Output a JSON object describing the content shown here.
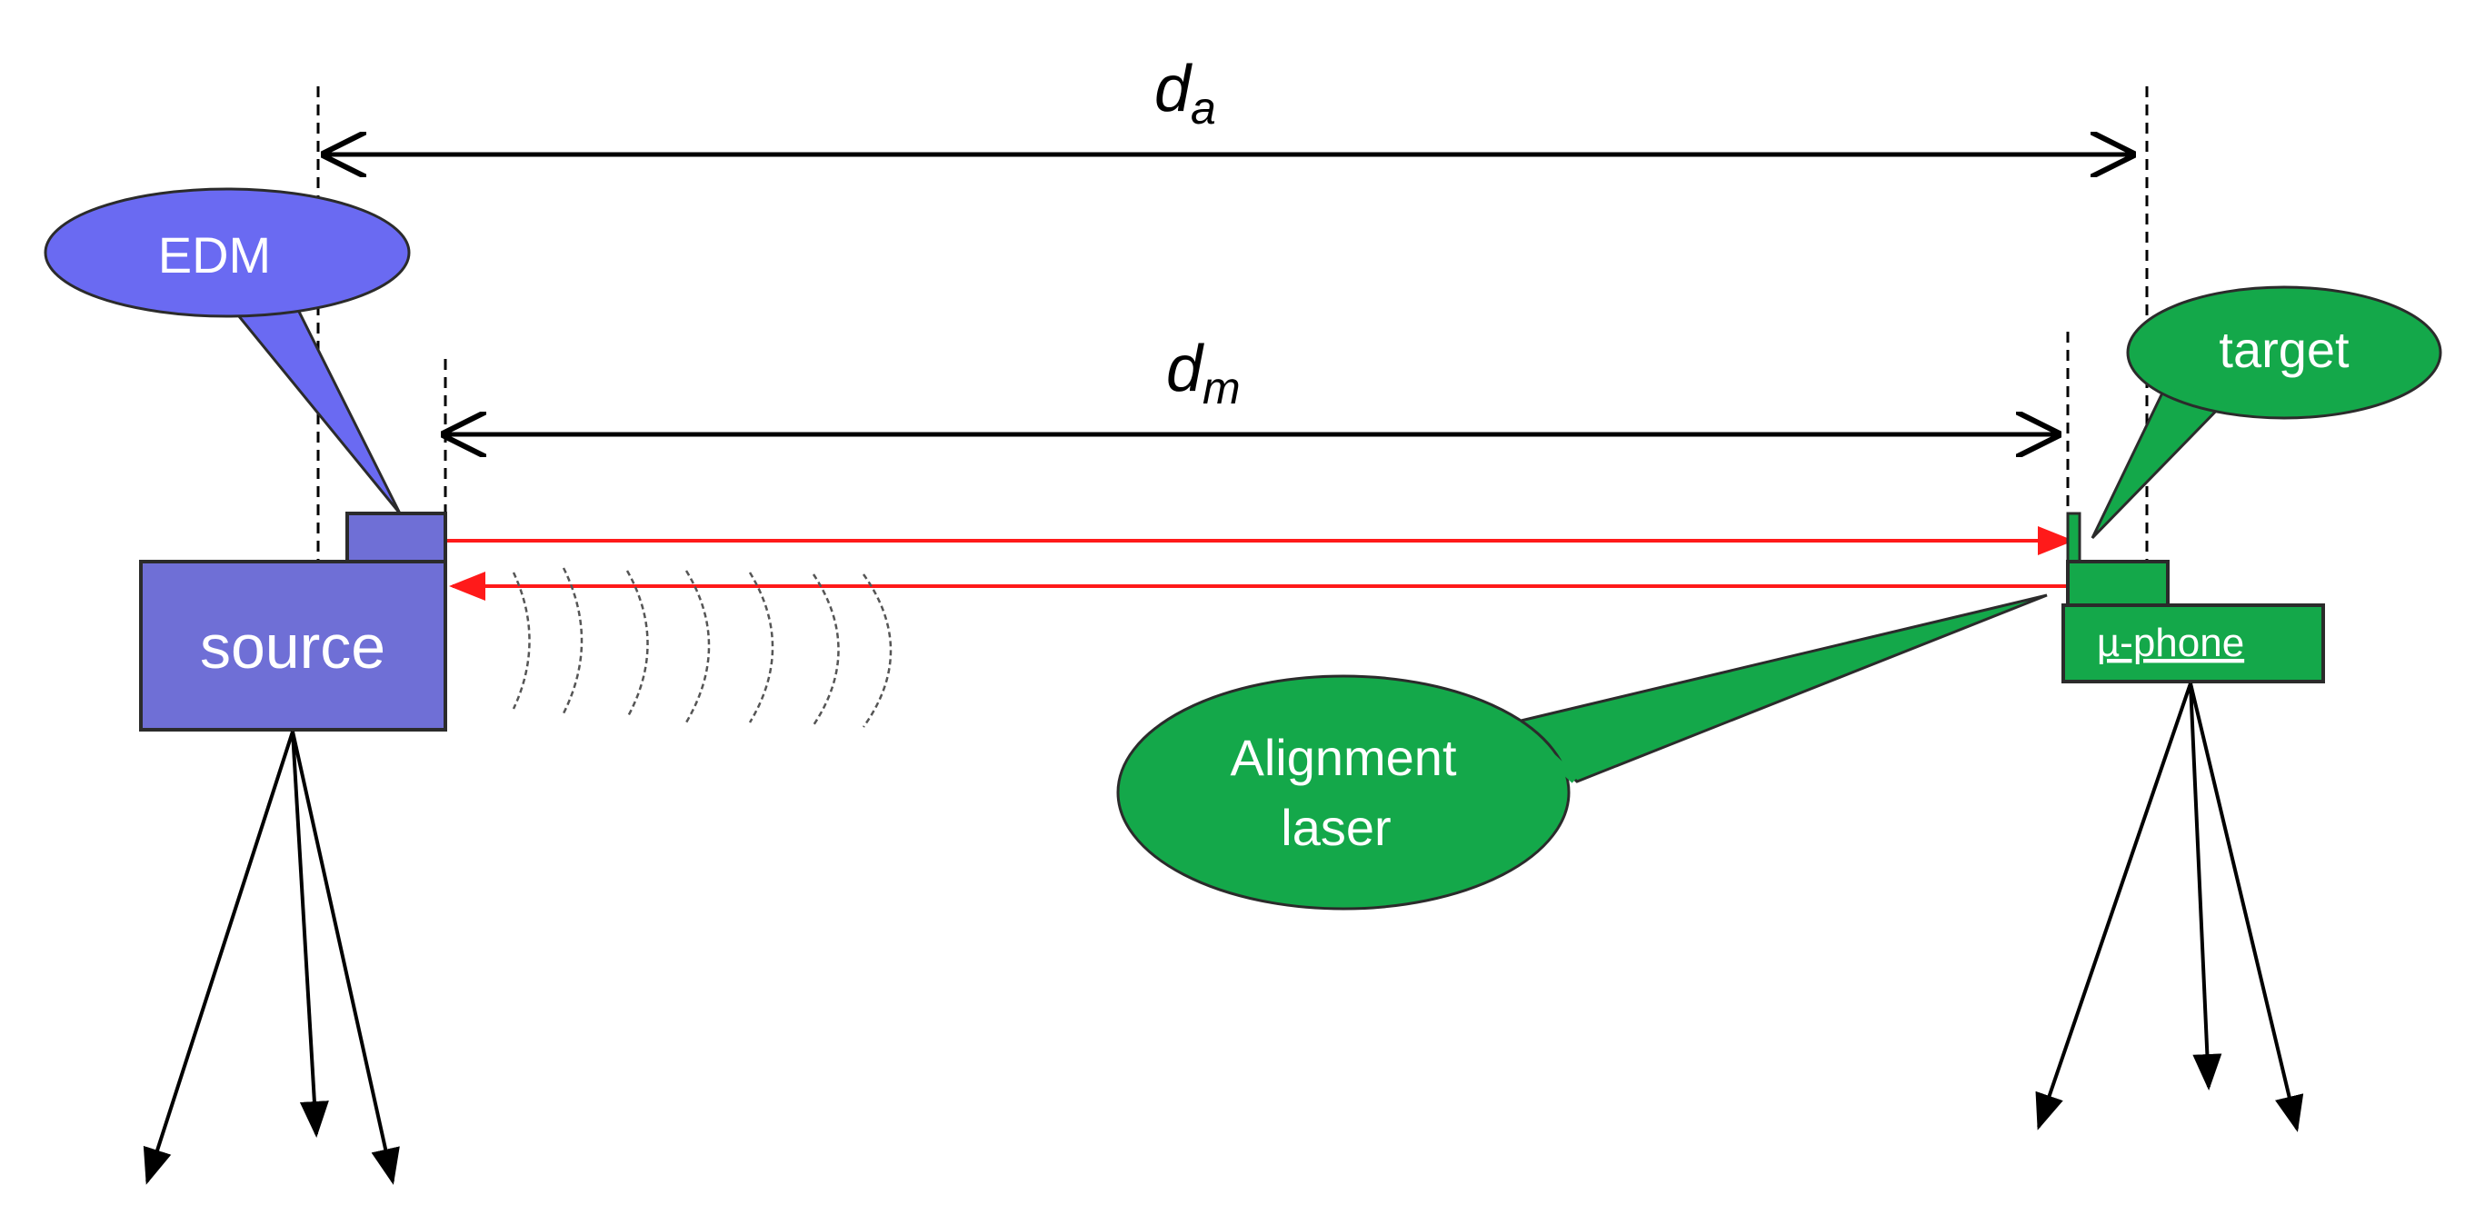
{
  "labels": {
    "edm": "EDM",
    "target": "target",
    "source": "source",
    "alignment_laser_line1": "Alignment",
    "alignment_laser_line2": "laser",
    "microphone": "µ-phone",
    "dim_a_base": "d",
    "dim_a_sub": "a",
    "dim_m_base": "d",
    "dim_m_sub": "m"
  },
  "colors": {
    "source_fill": "#6f6fd6",
    "edm_callout_fill": "#6a6af2",
    "green_fill": "#14a84a",
    "laser": "#ff1a1a",
    "outline": "#2b2b2b",
    "dimension_line": "#000000",
    "sound_wave": "#555555"
  },
  "icons": {
    "edm": "edm-device-icon",
    "wave": "sound-wave-icon",
    "tripod": "tripod-icon"
  }
}
